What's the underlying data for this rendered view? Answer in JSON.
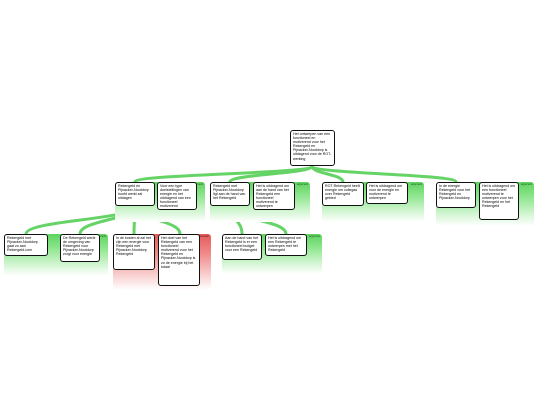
{
  "diagram": {
    "root": {
      "text": "Het ontwerpen van een functioneel en motiverend voor het Rekengeld en Pijnacker-Nootdorp is uitdagend voor de ROT-werking"
    },
    "branches": [
      {
        "id": "b1",
        "text": "Rekengeld en Pijnacker-Nootdorp hoofd werkt zal uitdagen",
        "tag": "argument",
        "children": [
          {
            "id": "b1c1",
            "text": "Voor een type doelstellingen van energie en het uitdragend van een functioneel motiverend Rekengeld",
            "tag": "argument"
          }
        ],
        "sub": [
          {
            "id": "s1",
            "text": "Rekengeld met Pijnacker-Nootdorp gaat zo aan Rekengeld.com",
            "tag": "argument",
            "color": "green"
          },
          {
            "id": "s2",
            "text": "De Rekengeld werkt de omgeving van Rekengeld voor Pijnacker-Nootdorp zorgt voor energie",
            "tag": "argument",
            "color": "green"
          },
          {
            "id": "s3",
            "text": "In de kosten al zal het zijn een energie voor Rekengeld met Pijnacker-Nootdorp Rekengeld",
            "tag": "bezwaar",
            "color": "red"
          },
          {
            "id": "s4",
            "text": "Het doel van het Rekengeld van een functioneel motiverend voor het Rekengeld en Pijnacker-Nootdorp is zo de energie bij het totaal",
            "tag": "bezwaar",
            "color": "red"
          }
        ]
      },
      {
        "id": "b2",
        "text": "Rekengeld met Pijnacker-Nootdorp ligt aan de hand van het Rekengeld",
        "tag": "argument",
        "children": [
          {
            "id": "b2c1",
            "text": "Het is uitdragend om aan de hand van het Rekengeld een functioneel motiverend te ontwerpen",
            "tag": "argument"
          }
        ],
        "sub": [
          {
            "id": "s5",
            "text": "Aan de hand van het Rekengeld is er een functioneel budget voor een Rekengeld",
            "tag": "argument",
            "color": "green"
          },
          {
            "id": "s6",
            "text": "Het is uitdragend om een Rekengeld te ontwerpen met het Rekengeld",
            "tag": "argument",
            "color": "green"
          }
        ]
      },
      {
        "id": "b3",
        "text": "ROT-Rekengeld heeft energie om collegas over Rekengeld gebied",
        "tag": "argument",
        "children": [
          {
            "id": "b3c1",
            "text": "Het is uitdragend om voor de energie en motiverend te ontwerpen",
            "tag": "argument"
          }
        ],
        "sub": []
      },
      {
        "id": "b4",
        "text": "In de energie Rekengeld voor het Rekengeld en Pijnacker-Nootdorp",
        "tag": "argument",
        "children": [
          {
            "id": "b4c1",
            "text": "Het is uitdragend om een functioneel motiverend te ontwerpen voor het Rekengeld en het Rekengeld",
            "tag": "argument"
          }
        ],
        "sub": []
      }
    ]
  }
}
